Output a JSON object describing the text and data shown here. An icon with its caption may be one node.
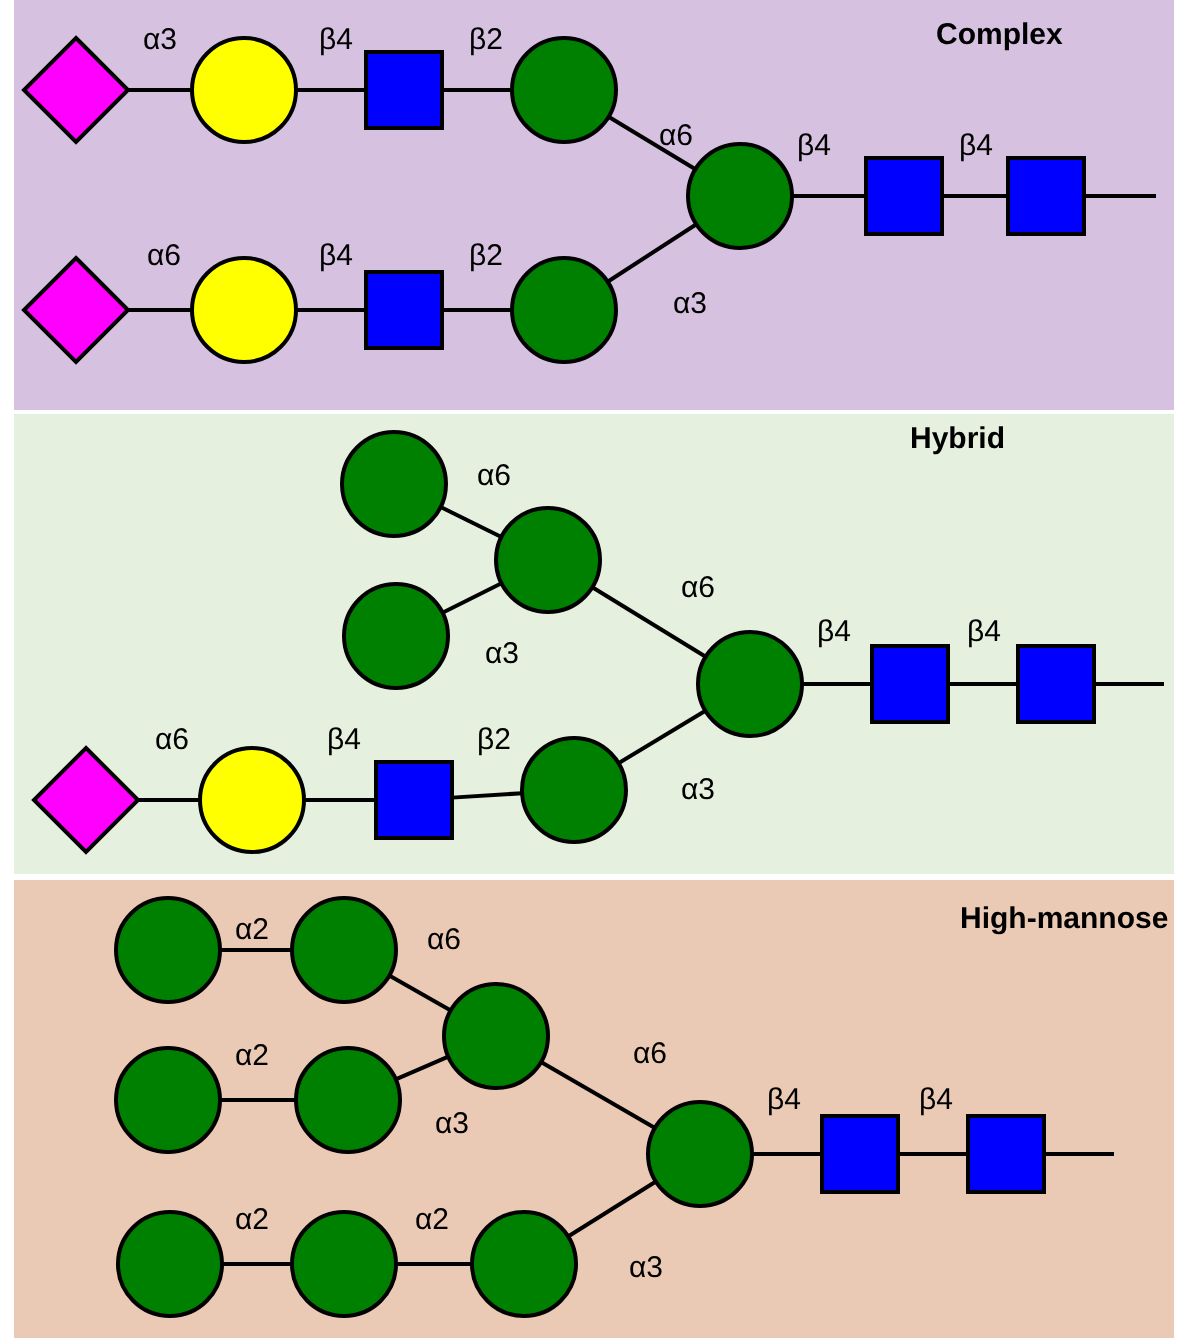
{
  "diagram": {
    "nodes": [
      {
        "text": [
          "Complex"
        ]
      },
      {
        "text": [],
        "shape": "diamond",
        "in": 0
      },
      {
        "text": [],
        "shape": "circle",
        "in": 0
      },
      {
        "text": [],
        "shape": "box",
        "in": 0
      },
      {
        "text": [],
        "shape": "circle",
        "in": 0
      },
      {
        "text": [],
        "shape": "diamond",
        "in": 0
      },
      {
        "text": [],
        "shape": "circle",
        "in": 0
      },
      {
        "text": [],
        "shape": "box",
        "in": 0
      },
      {
        "text": [],
        "shape": "circle",
        "in": 0
      },
      {
        "text": [],
        "shape": "circle",
        "in": 0
      },
      {
        "text": [],
        "shape": "box",
        "in": 0
      },
      {
        "text": [],
        "shape": "box",
        "in": 0
      },
      {
        "text": [
          "Hybrid"
        ]
      },
      {
        "text": [],
        "shape": "circle",
        "in": 12
      },
      {
        "text": [],
        "shape": "circle",
        "in": 12
      },
      {
        "text": [],
        "shape": "circle",
        "in": 12
      },
      {
        "text": [],
        "shape": "diamond",
        "in": 12
      },
      {
        "text": [],
        "shape": "circle",
        "in": 12
      },
      {
        "text": [],
        "shape": "box",
        "in": 12
      },
      {
        "text": [],
        "shape": "circle",
        "in": 12
      },
      {
        "text": [],
        "shape": "circle",
        "in": 12
      },
      {
        "text": [],
        "shape": "box",
        "in": 12
      },
      {
        "text": [],
        "shape": "box",
        "in": 12
      },
      {
        "text": [
          "High-mannose"
        ]
      },
      {
        "text": [],
        "shape": "circle",
        "in": 23
      },
      {
        "text": [],
        "shape": "circle",
        "in": 23
      },
      {
        "text": [],
        "shape": "circle",
        "in": 23
      },
      {
        "text": [],
        "shape": "circle",
        "in": 23
      },
      {
        "text": [],
        "shape": "circle",
        "in": 23
      },
      {
        "text": [],
        "shape": "circle",
        "in": 23
      },
      {
        "text": [],
        "shape": "circle",
        "in": 23
      },
      {
        "text": [],
        "shape": "circle",
        "in": 23
      },
      {
        "text": [],
        "shape": "circle",
        "in": 23
      },
      {
        "text": [],
        "shape": "box",
        "in": 23
      },
      {
        "text": [],
        "shape": "box",
        "in": 23
      }
    ],
    "edges": [
      {
        "from": 1,
        "to": 2,
        "arrow": "none",
        "label": "α3"
      },
      {
        "from": 2,
        "to": 3,
        "arrow": "none",
        "label": "β4"
      },
      {
        "from": 3,
        "to": 4,
        "arrow": "none",
        "label": "β2"
      },
      {
        "from": 4,
        "to": 9,
        "arrow": "none",
        "label": "α6"
      },
      {
        "from": 5,
        "to": 6,
        "arrow": "none",
        "label": "α6"
      },
      {
        "from": 6,
        "to": 7,
        "arrow": "none",
        "label": "β4"
      },
      {
        "from": 7,
        "to": 8,
        "arrow": "none",
        "label": "β2"
      },
      {
        "from": 8,
        "to": 9,
        "arrow": "none",
        "label": "α3"
      },
      {
        "from": 9,
        "to": 10,
        "arrow": "none",
        "label": "β4"
      },
      {
        "from": 10,
        "to": 11,
        "arrow": "none",
        "label": "β4"
      },
      {
        "from": 11,
        "to": null,
        "arrow": "none"
      },
      {
        "from": 13,
        "to": 15,
        "arrow": "none",
        "label": "α6"
      },
      {
        "from": 14,
        "to": 15,
        "arrow": "none",
        "label": "α3"
      },
      {
        "from": 15,
        "to": 20,
        "arrow": "none",
        "label": "α6"
      },
      {
        "from": 16,
        "to": 17,
        "arrow": "none",
        "label": "α6"
      },
      {
        "from": 17,
        "to": 18,
        "arrow": "none",
        "label": "β4"
      },
      {
        "from": 18,
        "to": 19,
        "arrow": "none",
        "label": "β2"
      },
      {
        "from": 19,
        "to": 20,
        "arrow": "none",
        "label": "α3"
      },
      {
        "from": 20,
        "to": 21,
        "arrow": "none",
        "label": "β4"
      },
      {
        "from": 21,
        "to": 22,
        "arrow": "none",
        "label": "β4"
      },
      {
        "from": 22,
        "to": null,
        "arrow": "none"
      },
      {
        "from": 24,
        "to": 25,
        "arrow": "none",
        "label": "α2"
      },
      {
        "from": 25,
        "to": 26,
        "arrow": "none",
        "label": "α6"
      },
      {
        "from": 27,
        "to": 28,
        "arrow": "none",
        "label": "α2"
      },
      {
        "from": 28,
        "to": 26,
        "arrow": "none",
        "label": "α3"
      },
      {
        "from": 26,
        "to": 32,
        "arrow": "none",
        "label": "α6"
      },
      {
        "from": 29,
        "to": 30,
        "arrow": "none",
        "label": "α2"
      },
      {
        "from": 30,
        "to": 31,
        "arrow": "none",
        "label": "α2"
      },
      {
        "from": 31,
        "to": 32,
        "arrow": "none",
        "label": "α3"
      },
      {
        "from": 32,
        "to": 33,
        "arrow": "none",
        "label": "β4"
      },
      {
        "from": 33,
        "to": 34,
        "arrow": "none",
        "label": "β4"
      },
      {
        "from": 34,
        "to": null,
        "arrow": "none"
      }
    ]
  }
}
